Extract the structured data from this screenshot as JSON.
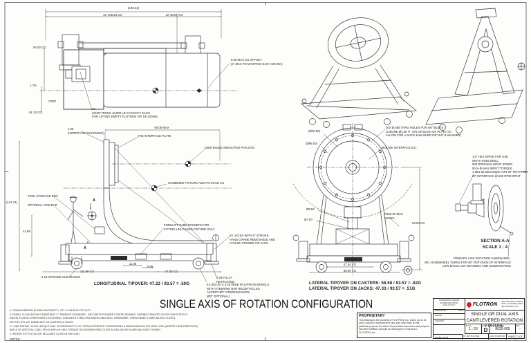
{
  "title": "SINGLE AXIS OF ROTATION CONFIGURATION",
  "ann": {
    "dim_total": "(198.24)",
    "dim_cg1": "2X 105.23 CG",
    "dim_cg2": "2X 46.87 CG",
    "dim_5403": "54.03 CG",
    "dim_75": "(.75)",
    "dim_6113": "61.13 CG",
    "step": "STEP",
    "cg_offset": "6.00 MAX CG OFFSET\n(4\" MAX TO MAINTAIN EASY CRANK)",
    "hoist": "4X\nHOIST RINGS 10,000 LB CAPACITY EACH\nFOR LIFTING EMPTY FLOTRON OR TIE DOWN.",
    "interface_thk": "1.25\n(INTERFACE THICKNESS)",
    "dim_90max": "90.00 MAX",
    "p46": "P46 INTERFACE PLATE",
    "payload": "12000 lbmass SIMULATED PAYLOAD",
    "combined_cg": "COMBINED FIXTURE AND PAYLOAD CG",
    "dim_14131": "(141.31)",
    "tool_box": "TOOL STORAGE BOX",
    "tow_bar": "OPTIONAL TOW BAR",
    "dim_4166": "41.66",
    "forklift": "FORKLIFT TUBE POCKETS FOR\nLIFTING UNLOADED FIXTURE ONLY",
    "jacks": "4X JACKS WITH 6\" STROKE.\nHAND CRANK REMOVABLE AND\nCAN BE STOWED ON JACK.",
    "dim_1138": "11.38",
    "dim_598": "5.98",
    "dim_11198": "111.98 CG",
    "dim_4733": "47.33 CG",
    "ground": "2.19 GROUND CLEARANCE",
    "retracted": "5.08 FULLY\nRETRACTED",
    "wheels": "4X Ø10.00 X 3.25 WIDE NYLATRON WHEELS\nWITH STEERING BAR RECEPTACLES.\nACCEPT Ø2\" STEERING BARS\n(Ø2\" OPTIONAL)",
    "tip_long": "LONGITUDINAL TIPOVER: 47.22 / 93.57 = .50G",
    "dia_4550": "(Ø45.50)",
    "dia_5600": "(Ø56.00)",
    "holes": "30X Ø.656 THRU HOLES FOR 5/8\" BOLTS\n(C'BORE Ø1.50 ▼ .875 ON BACK OF PLATE TO\nALLOW FOR A SHCS & WASHER OR NUT & WASHER)",
    "bc": "Ø48.000 INTERFACE B.C.",
    "dia_950": "Ø9.50",
    "dia_700": "Ø7.00",
    "swing": "R100.00 MAX\nSWING",
    "dim_9363": "93.63 CG",
    "dim_4734": "47.34 CG",
    "dim_5859": "58.59 CG",
    "tip_lat": "LATERAL TIPOVER ON CASTERS: 58.58 / 93.57 = .62G\nLATERAL TIPOVER ON JACKS: 47.33 / 93.57 = .51G",
    "hex_drive": "1/2\" HEX DRIVE FOR USE\nWITH HAND DRILL.\n500 RPM MAX INPUT SPEED\n50 in-lb MAX INPUT TORQUE\n1 MIN 36 SECONDS FOR 90° ROTATION\nOF INTERFACE @ 500 RPM INPUT",
    "section_label": "SECTION A-A\nSCALE 1 : 4",
    "primary_axis": "PRIMARY AXIS ROTATION HANDWHEEL.\n801 HANDWHEEL TURNS FOR 90° ROTATION OF INTERFACE\nLOW BACKLASH GEARBOX AND SLEWING RING",
    "a_top": "A",
    "a_bot": "A"
  },
  "notes": {
    "lines": [
      "4.  CONFIGURATION SHOWN ON SHEET 1: CTL-C-026-PKB-CTD-2177.",
      "3.  FINISH: CLEAN ROOM COMPATIBLE \"C\" FINISHES STANDARD - DRY WHITE POWDER COATED FRAMES. GEARBOX PAINTED GLOSS WHITE EPOXY,",
      "      NICKEL PLATED COMPONENTS (HOUSING), STAINLESS STEEL FASTENERS AND MISC. HARDWARE.  OPEN-ENDED TUBES NICKEL PLATED.",
      "      KRYTOX GPL 207 LUBRICANT ON CASTERS & JACKS.",
      "2.  LOAD RATING: 12,000 LBS @ 8\" MAX. ECCENTRICITY & 90° FROM INTERFACE CONSIDERING A SIMULTANEOUS 10G SIDE LOAD (WORST CASE DIRECTION)",
      "      AND A 1G VERTICAL LOAD, SFy=0.4/SFu=N.  MAX TORQUE ON SLEWING RING 72,000 IN-LBS (40,000 IN-LBS MAX EASY CRANK)",
      "1.  WEIGHT IN TITLE BLOCK INCLUDES 12,000 LB PAYLOAD."
    ],
    "footer": "NOTES:"
  },
  "proprietary": {
    "heading": "PROPRIETARY",
    "body": "This Drawing is the property of FLOTRON, Inc. and is not to be used, copied or reproduced in any way other than for the particular purpose for which it is provided, and when said purpose has been fulfilled, it should be destroyed or returned to FLOTRON, Inc."
  },
  "title_block": {
    "tol_line1": "TOLERANCES UNLESS",
    "tol_line2": "OTHERWISE NOTED:",
    "tol_line3": "±1/32   ±.03   ±.5°",
    "approvals_label": "APPROVALS",
    "date_label": "DATE",
    "drawn_label": "DRAWN",
    "checked_label": "CHECKED",
    "company": "FLOTRON",
    "address": "2630 PROGRESS STREET\nVISTA, CALIFORNIA 92081\nhttp://www.flotron.com",
    "drawing_title": "SINGLE OR DUAL AXIS\nCANTILEVERED ROTATION\nFIXTURE",
    "scale_label": "SCALE",
    "scale": "1 : 20",
    "size_label": "SIZE",
    "size": "D",
    "dwg_label": "DRAWING NO.",
    "dwg_no": "8020-005",
    "rev_label": "REV",
    "rev": "-",
    "status": "Released",
    "by": "BY: JMT NGUYEN",
    "software": "CAD: INVENTOR",
    "sheet": "SHEET 1 OF 2"
  }
}
